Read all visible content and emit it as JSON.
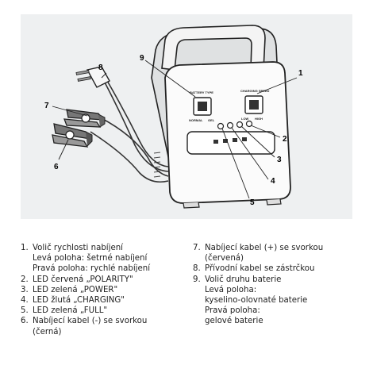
{
  "diagram": {
    "callouts": [
      "1",
      "2",
      "3",
      "4",
      "5",
      "6",
      "7",
      "8",
      "9"
    ],
    "switch_labels": {
      "battery_type": "BATTERY TYPE",
      "normal": "NORMAL",
      "gel": "GEL",
      "charging_speed": "CHARGING SPEED",
      "low": "LOW",
      "high": "HIGH"
    }
  },
  "legend": {
    "left": [
      {
        "num": "1.",
        "lines": [
          "Volič rychlosti nabíjení",
          "Levá poloha: šetrné nabíjení",
          "Pravá poloha: rychlé nabíjení"
        ]
      },
      {
        "num": "2.",
        "lines": [
          "LED červená „POLARITY\""
        ]
      },
      {
        "num": "3.",
        "lines": [
          "LED zelená „POWER\""
        ]
      },
      {
        "num": "4.",
        "lines": [
          "LED žlutá „CHARGING\""
        ]
      },
      {
        "num": "5.",
        "lines": [
          "LED zelená „FULL\""
        ]
      },
      {
        "num": "6.",
        "lines": [
          "Nabíjecí kabel (-) se svorkou",
          "(černá)"
        ]
      }
    ],
    "right": [
      {
        "num": "7.",
        "lines": [
          "Nabíjecí kabel (+) se svorkou",
          "(červená)"
        ]
      },
      {
        "num": "8.",
        "lines": [
          "Přívodní kabel se zástrčkou"
        ]
      },
      {
        "num": "9.",
        "lines": [
          "Volič druhu baterie",
          "Levá poloha:",
          "kyselino-olovnaté baterie",
          "Pravá poloha:",
          "gelové baterie"
        ]
      }
    ]
  }
}
